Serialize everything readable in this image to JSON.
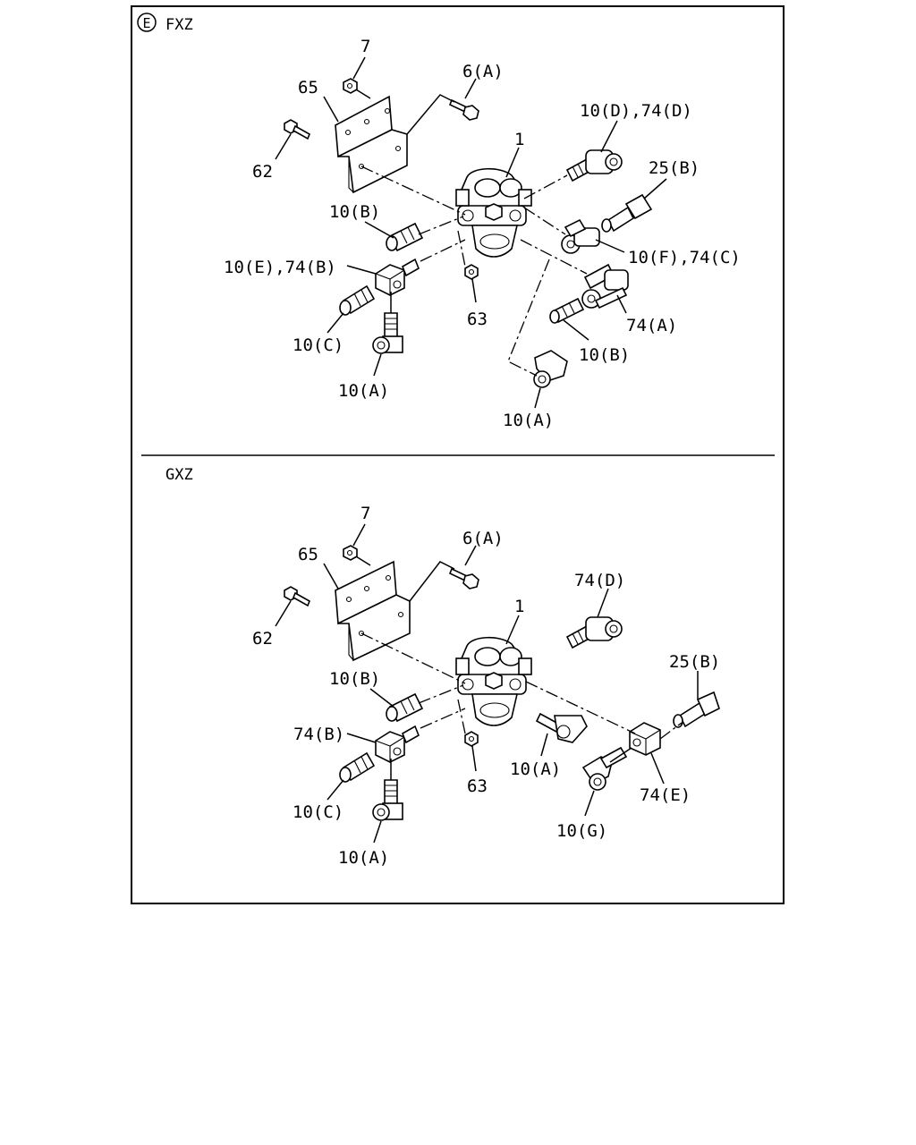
{
  "sections": [
    {
      "header": "FXZ",
      "badge": "E",
      "labels": {
        "l7": "7",
        "l6a": "6(A)",
        "l65": "65",
        "l10d74d": "10(D),74(D)",
        "l1": "1",
        "l25b": "25(B)",
        "l62": "62",
        "l10b_left": "10(B)",
        "l10f74c": "10(F),74(C)",
        "l10e74b": "10(E),74(B)",
        "l63": "63",
        "l74a": "74(A)",
        "l10c": "10(C)",
        "l10b_right": "10(B)",
        "l10a_left": "10(A)",
        "l10a_bottom": "10(A)"
      }
    },
    {
      "header": "GXZ",
      "labels": {
        "l7": "7",
        "l6a": "6(A)",
        "l65": "65",
        "l74d": "74(D)",
        "l1": "1",
        "l25b": "25(B)",
        "l62": "62",
        "l10b": "10(B)",
        "l74b": "74(B)",
        "l63": "63",
        "l10a_mid": "10(A)",
        "l74e": "74(E)",
        "l10c": "10(C)",
        "l10g": "10(G)",
        "l10a_left": "10(A)"
      }
    }
  ]
}
